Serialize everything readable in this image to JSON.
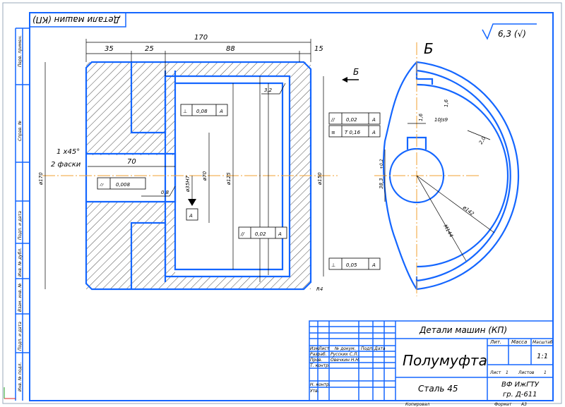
{
  "header_mirrored": "Детали машин (КП)",
  "roughness": "6,3 (√)",
  "section_label": "Б",
  "view_arrow_label": "Б",
  "dims": {
    "total_len": "170",
    "d35": "35",
    "d25": "25",
    "d88": "88",
    "d15": "15",
    "d70": "70",
    "chamfer1": "1 x45°",
    "chamfer2": "2 фаски",
    "dia170": "ø170",
    "dia35": "ø35H7",
    "dia70": "ø70",
    "dia125": "ø125",
    "dia150": "ø150",
    "r4": "R4",
    "rough32": "3,2",
    "rough08": "0,8",
    "key_w": "10Js9",
    "key_h": "38,3",
    "key_h_tol": "+0,2",
    "d16a": "1,6",
    "d16b": "1,6",
    "d20": "2,0",
    "dia142": "ø142",
    "m144": "M144"
  },
  "tolerances": {
    "perp_top": [
      "⊥",
      "0,08",
      "A"
    ],
    "parallel_top": [
      "//",
      "0,02",
      "A"
    ],
    "symmetry": [
      "≡",
      "T 0,16",
      "A"
    ],
    "cyl": [
      "⌭",
      "0,008"
    ],
    "datum": "A",
    "parallel_mid": [
      "//",
      "0,02",
      "A"
    ],
    "perp_bottom": [
      "⊥",
      "0,05",
      "A"
    ]
  },
  "side_labels": [
    "Перв. примен.",
    "Справ. №",
    "Подп. и дата",
    "Инв. № дубл.",
    "Взам. инв. №",
    "Подп. и дата",
    "Инв. № подл."
  ],
  "title_block": {
    "project": "Детали машин (КП)",
    "name": "Полумуфта",
    "material": "Сталь 45",
    "org1": "ВФ ИжГТУ",
    "org2": "гр. Д-611",
    "lit": "Лит.",
    "mass": "Масса",
    "scale_h": "Масштаб",
    "scale": "1:1",
    "sheet": "Лист",
    "sheet_n": "1",
    "sheets": "Листов",
    "sheets_n": "1",
    "hdr_izm": "Изм.",
    "hdr_list": "Лист",
    "hdr_doc": "№ докум.",
    "hdr_podp": "Подп.",
    "hdr_data": "Дата",
    "razrab": "Разраб.",
    "razrab_name": "Русских С.Л.",
    "prov": "Пров.",
    "prov_name": "Овечкин Н.Н.",
    "tkontr": "Т. контр.",
    "nkontr": "Н. контр.",
    "utv": "Утв.",
    "copied": "Копировал",
    "format": "Формат",
    "format_v": "A3"
  }
}
